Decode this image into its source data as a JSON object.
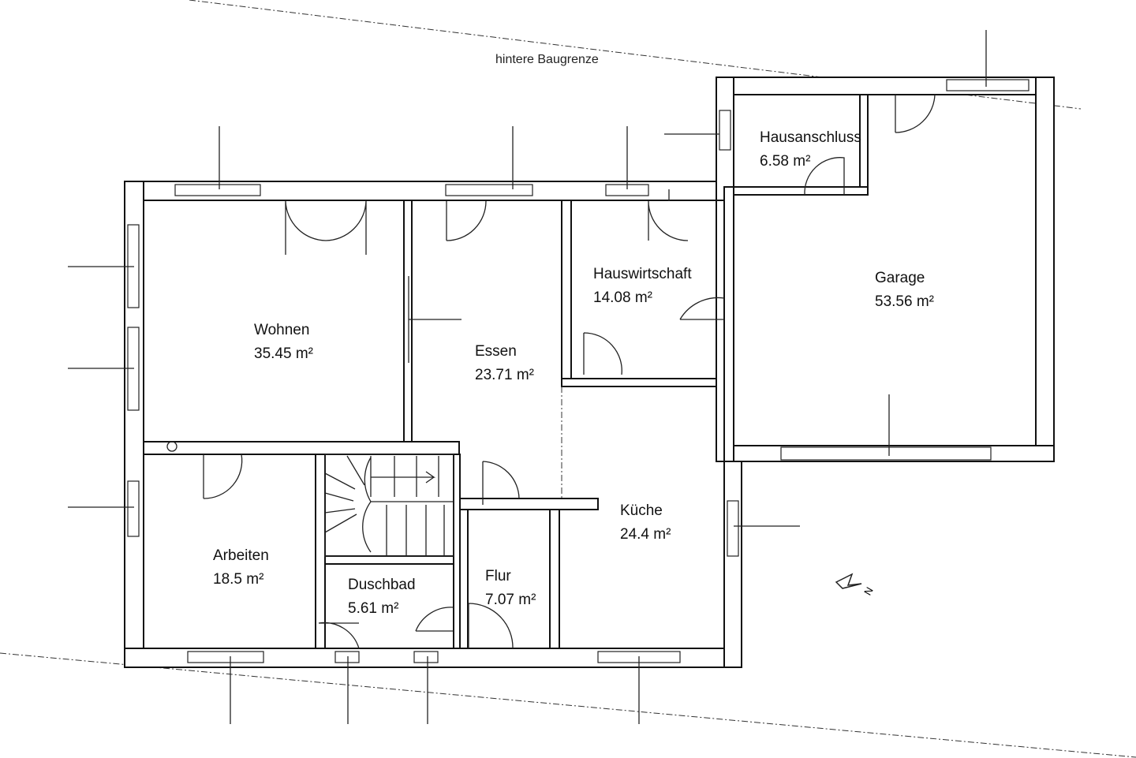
{
  "plan": {
    "boundary_label": "hintere Baugrenze",
    "north_label": "N",
    "rooms": [
      {
        "name": "Wohnen",
        "area": "35.45 m²"
      },
      {
        "name": "Essen",
        "area": "23.71 m²"
      },
      {
        "name": "Hauswirtschaft",
        "area": "14.08 m²"
      },
      {
        "name": "Hausanschluss",
        "area": "6.58 m²"
      },
      {
        "name": "Garage",
        "area": "53.56 m²"
      },
      {
        "name": "Küche",
        "area": "24.4 m²"
      },
      {
        "name": "Arbeiten",
        "area": "18.5 m²"
      },
      {
        "name": "Duschbad",
        "area": "5.61 m²"
      },
      {
        "name": "Flur",
        "area": "7.07 m²"
      }
    ]
  }
}
